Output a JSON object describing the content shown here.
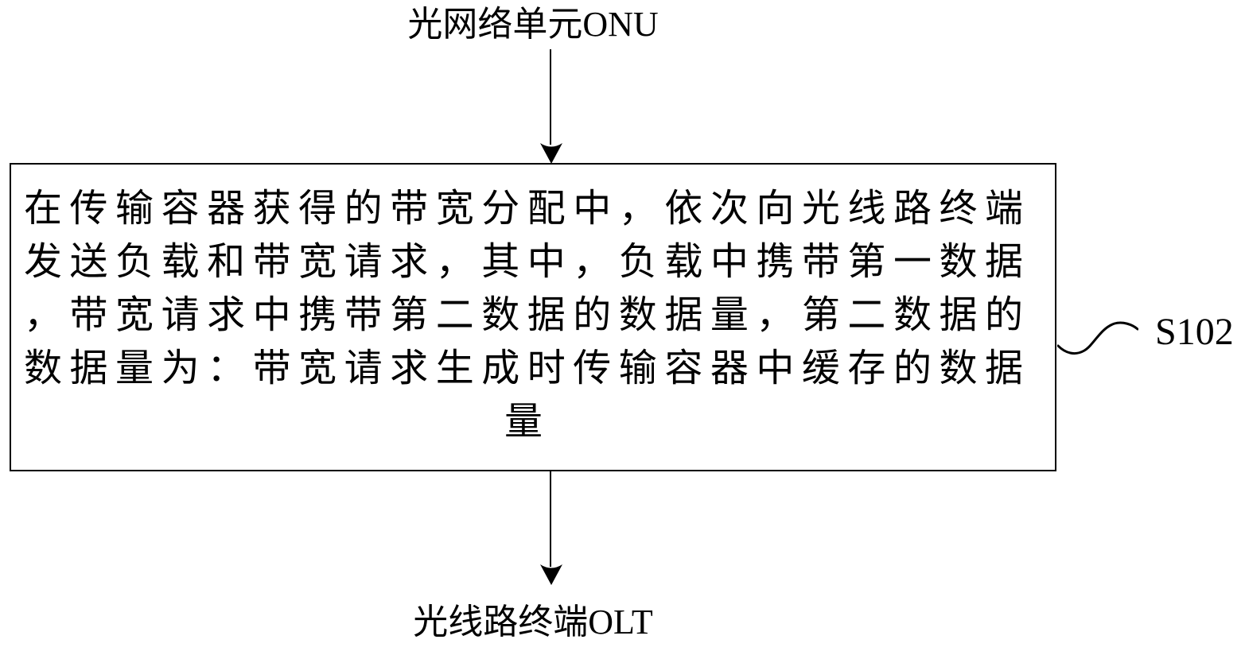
{
  "diagram": {
    "top_node": {
      "label": "光网络单元ONU"
    },
    "bottom_node": {
      "label": "光线路终端OLT"
    },
    "step": {
      "label": "S102"
    },
    "box": {
      "lines": [
        "在传输容器获得的带宽分配中，依次向光线路终端",
        "发送负载和带宽请求，其中，负载中携带第一数据",
        "，带宽请求中携带第二数据的数据量，第二数据的",
        "数据量为：带宽请求生成时传输容器中缓存的数据",
        "量"
      ]
    },
    "colors": {
      "ink": "#000000",
      "background": "#ffffff"
    }
  }
}
